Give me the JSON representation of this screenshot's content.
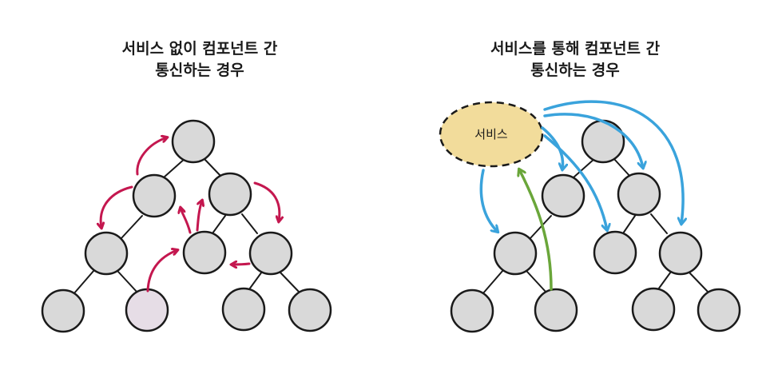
{
  "left_panel": {
    "title_line1": "서비스 없이 컴포넌트 간",
    "title_line2": "통신하는 경우"
  },
  "right_panel": {
    "title_line1": "서비스를 통해 컴포넌트 간",
    "title_line2": "통신하는 경우",
    "service_label": "서비스"
  },
  "colors": {
    "node_fill": "#d9d9d9",
    "node_fill_highlight": "#e6dde6",
    "node_stroke": "#1a1a1a",
    "arrow_direct": "#c4174f",
    "arrow_service_out": "#3aa3dc",
    "arrow_service_in": "#6aa63a",
    "service_fill": "#f2dc9b"
  }
}
